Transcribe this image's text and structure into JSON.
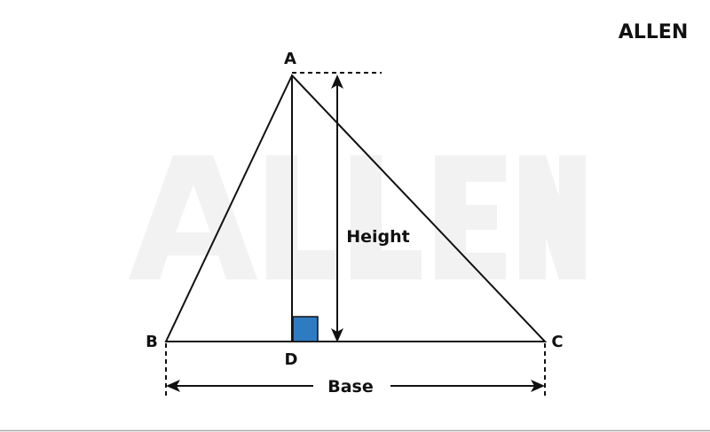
{
  "logo": "ALLEN",
  "watermark": "ALLEN",
  "labels": {
    "a": "A",
    "b": "B",
    "c": "C",
    "d": "D",
    "height": "Height",
    "base": "Base"
  },
  "colors": {
    "right_angle_fill": "#2f7bc1",
    "line": "#111111"
  }
}
